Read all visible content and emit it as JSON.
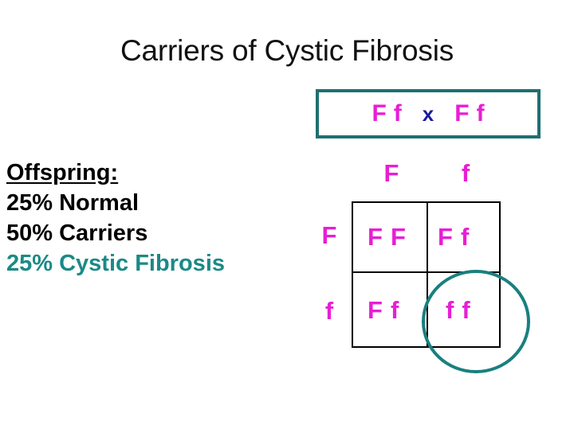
{
  "slide": {
    "title": "Carriers of Cystic Fibrosis",
    "background_color": "#ffffff"
  },
  "colors": {
    "allele_pink": "#e81ed4",
    "cross_blue": "#1a1a9e",
    "teal_accent": "#1a8a86",
    "box_border_teal": "#1f6f72",
    "circle_teal": "#1a7f7f",
    "text_black": "#000000"
  },
  "parent_cross": {
    "parent_1": "F f",
    "parent_1_allele_a": "F",
    "parent_1_allele_b": "f",
    "operator": "x",
    "parent_2": "F f",
    "parent_2_allele_a": "F",
    "parent_2_allele_b": "f"
  },
  "offspring": {
    "heading": "Offspring:",
    "lines": [
      {
        "label": "25% Normal",
        "percent": "25%",
        "phenotype": "Normal",
        "color": "#000000"
      },
      {
        "label": "50% Carriers",
        "percent": "50%",
        "phenotype": "Carriers",
        "color": "#000000"
      },
      {
        "label": "25% Cystic Fibrosis",
        "percent": "25%",
        "phenotype": "Cystic Fibrosis",
        "color": "#1a8a86"
      }
    ]
  },
  "punnett_square": {
    "column_headers": [
      "F",
      "f"
    ],
    "row_headers": [
      "F",
      "f"
    ],
    "cells": [
      {
        "row": 0,
        "col": 0,
        "genotype": "FF",
        "allele_a": "F",
        "allele_b": "F",
        "phenotype": "Normal",
        "highlighted": false
      },
      {
        "row": 0,
        "col": 1,
        "genotype": "Ff",
        "allele_a": "F",
        "allele_b": "f",
        "phenotype": "Carrier",
        "highlighted": false
      },
      {
        "row": 1,
        "col": 0,
        "genotype": "Ff",
        "allele_a": "F",
        "allele_b": "f",
        "phenotype": "Carrier",
        "highlighted": false
      },
      {
        "row": 1,
        "col": 1,
        "genotype": "ff",
        "allele_a": "f",
        "allele_b": "f",
        "phenotype": "Cystic Fibrosis",
        "highlighted": true
      }
    ],
    "highlight_note": "circle around ff cell"
  }
}
